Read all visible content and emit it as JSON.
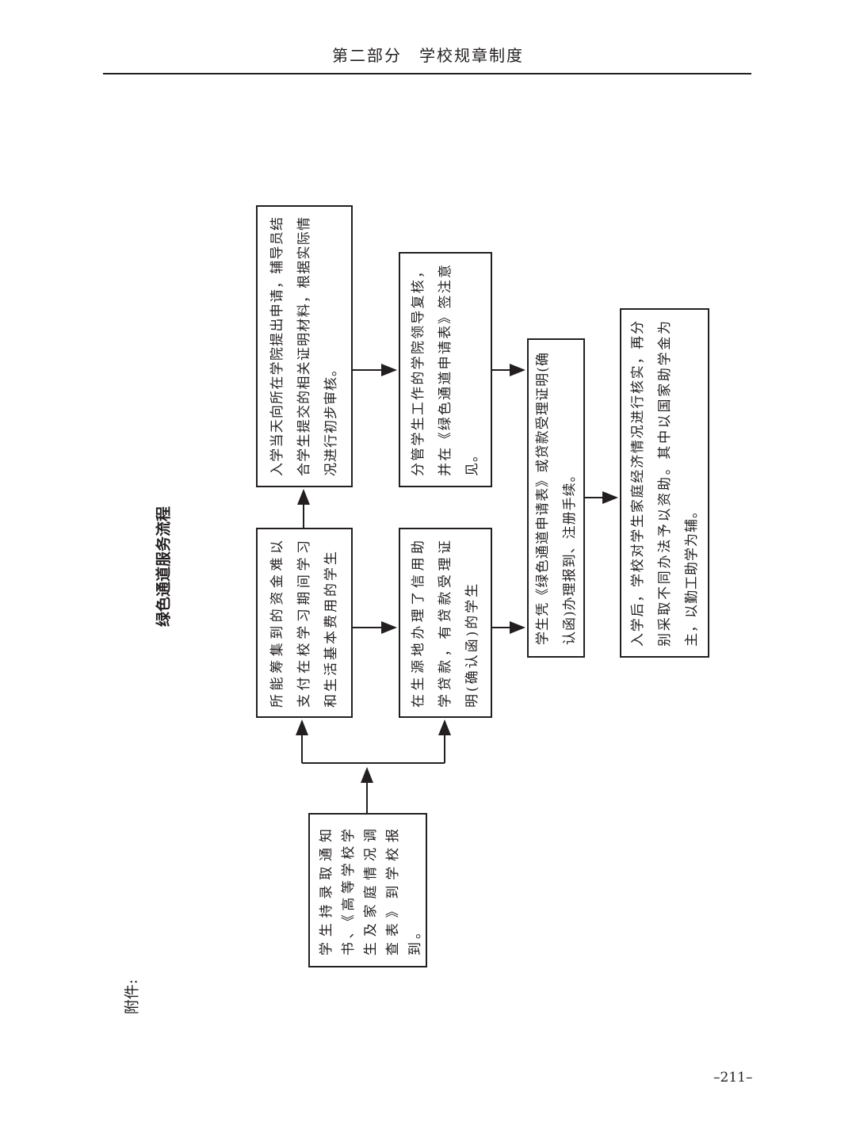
{
  "header": {
    "title": "第二部分　学校规章制度"
  },
  "attachment_label": "附件:",
  "flow_title": "绿色通道服务流程",
  "boxes": {
    "start": "学生持录取通知书、《高等学校学生及家庭情况调查表》到学校报到。",
    "funds_difficulty": "所能筹集到的资金难以支付在校学习期间学习和生活基本费用的学生",
    "loan_students": "在生源地办理了信用助学贷款，有贷款受理证明(确认函)的学生",
    "apply": "入学当天向所在学院提出申请，辅导员结合学生提交的相关证明材料，根据实际情况进行初步审核。",
    "review": "分管学生工作的学院领导复核，并在《绿色通道申请表》签注意见。",
    "register": "学生凭《绿色通道申请表》或贷款受理证明(确认函)办理报到、注册手续。",
    "after": "入学后，学校对学生家庭经济情况进行核实，再分别采取不同办法予以资助。其中以国家助学金为主，以勤工助学为辅。"
  },
  "page_number": "–211–"
}
